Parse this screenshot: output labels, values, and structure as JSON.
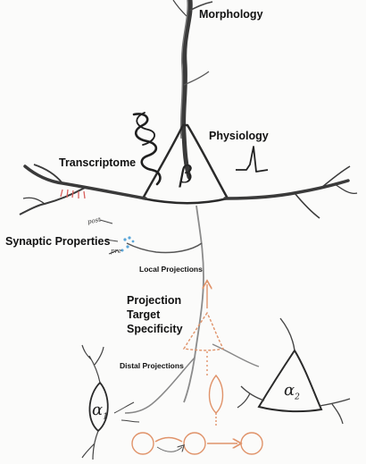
{
  "labels": {
    "morphology": "Morphology",
    "physiology": "Physiology",
    "transcriptome": "Transcriptome",
    "synaptic_properties": "Synaptic Properties",
    "local_projections": "Local Projections",
    "projection_target_specificity": [
      "Projection",
      "Target",
      "Specificity"
    ],
    "distal_projections": "Distal Projections"
  },
  "handwritten": {
    "soma_beta": "β",
    "alpha_left": "α",
    "alpha_left_sub": "1",
    "alpha_right": "α",
    "alpha_right_sub": "2",
    "post": "post",
    "pre": "pre"
  },
  "colors": {
    "ink": "#2a2a2a",
    "dendrite": "#3a3a3a",
    "projection_orange": "#e0936a",
    "synapse_red": "#d9605d",
    "synapse_blue": "#5aa6d8"
  }
}
